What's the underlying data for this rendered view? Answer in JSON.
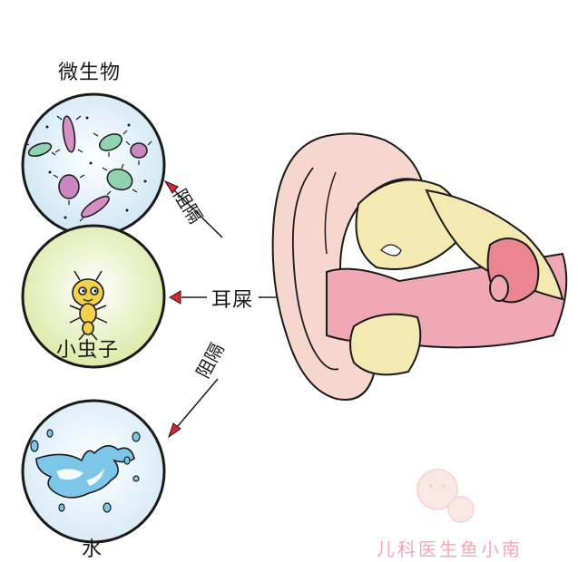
{
  "labels": {
    "microbes": "微生物",
    "bugs": "小虫子",
    "water": "水",
    "earwax": "耳屎",
    "blocks_1": "阻隔",
    "blocks_2": "阻隔"
  },
  "watermark": "儿科医生鱼小南",
  "colors": {
    "outline": "#1a1a1a",
    "arrow_red": "#d9252a",
    "skin": "#f6d6cd",
    "skin_dark": "#eab0a6",
    "bone": "#f4e9b0",
    "canal_pink": "#f0a8b5",
    "watermark_pink": "#f2a8b6",
    "microbe_bg": "#eaf5fb",
    "bug_bg": "#f1f7d2",
    "water_bg": "#eef6fb"
  },
  "icons": [
    "microbe-icon",
    "bug-icon",
    "water-splash-icon",
    "ear-cross-section-icon"
  ]
}
